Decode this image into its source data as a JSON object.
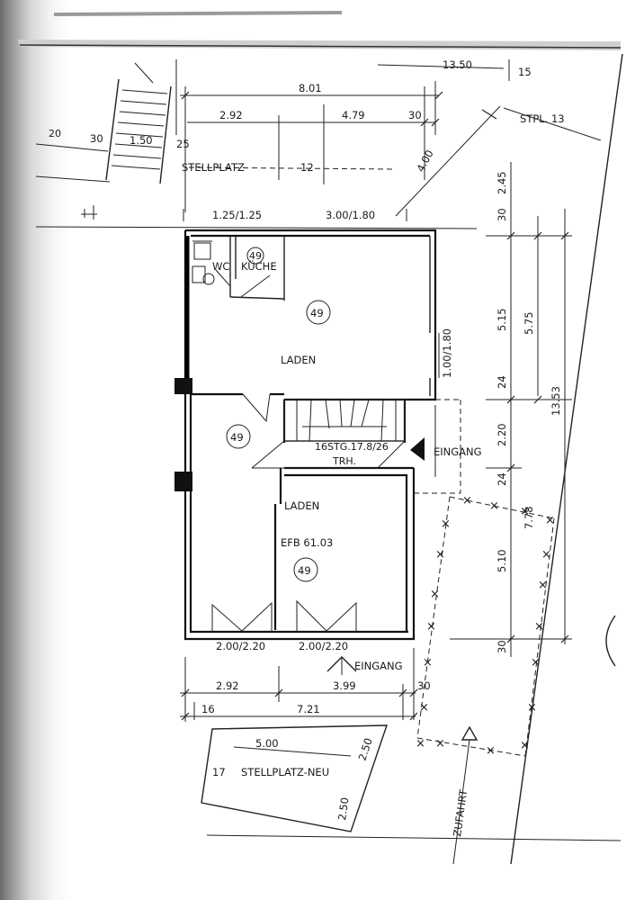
{
  "rooms": {
    "laden_main": {
      "name": "LADEN",
      "marker": "49"
    },
    "wc": {
      "name": "WC"
    },
    "kueche": {
      "name": "KÜCHE",
      "marker": "49"
    },
    "vorraum": {
      "marker": "49"
    },
    "laden_lower": {
      "name": "LADEN",
      "level": "EFB 61.03",
      "marker": "49"
    }
  },
  "stairs": {
    "label": "16STG.17.8/26",
    "sublabel": "TRH."
  },
  "entrances": {
    "side": "EINGANG",
    "bottom": "EINGANG"
  },
  "parking": {
    "top_label": "STELLPLATZ",
    "top_number": "12",
    "corner_label": "STPL. 13",
    "new_label": "STELLPLATZ-NEU",
    "new_number": "17",
    "new_length": "5.00",
    "new_width_1": "2.50",
    "new_width_2": "2.50"
  },
  "access": {
    "label": "ZUFAHRT"
  },
  "dimensions": {
    "top_total": "8.01",
    "top_left": "2.92",
    "top_mid": "4.79",
    "top_right": "30",
    "corner_top": "13.50",
    "corner_right": "15",
    "diag": "4.00",
    "left_stair_30": "30",
    "left_stair_150": "1.50",
    "left_stair_25": "25",
    "left_stair_edge": "20",
    "opening_left": "1.25/1.25",
    "opening_right": "3.00/1.80",
    "side_opening": "1.00/1.80",
    "r_30_top": "30",
    "r_245": "2.45",
    "r_515": "5.15",
    "r_575": "5.75",
    "r_24_a": "24",
    "r_220": "2.20",
    "r_1353": "13.53",
    "r_24_b": "24",
    "r_778": "7.78",
    "r_510": "5.10",
    "r_30_bottom": "30",
    "bot_open_left": "2.00/2.20",
    "bot_open_right": "2.00/2.20",
    "bot_292": "2.92",
    "bot_399": "3.99",
    "bot_30": "30",
    "bot_16": "16",
    "bot_721": "7.21"
  }
}
